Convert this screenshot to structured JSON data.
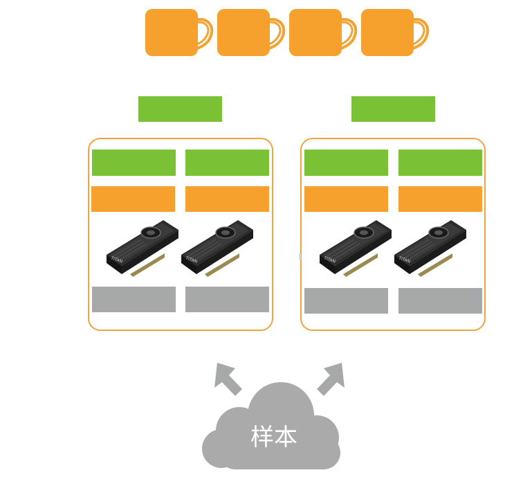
{
  "cloud": {
    "label": "样本"
  },
  "colors": {
    "orange": "#f6a02d",
    "green": "#7bc136",
    "gray": "#a6a9a8",
    "cloud": "#a9aaa9",
    "box_border": "#f3a33b"
  },
  "icons": {
    "gpu": "gpu-card-icon",
    "mug": "mug-shape",
    "arrow": "arrow-up-icon",
    "cloud": "cloud-shape"
  }
}
